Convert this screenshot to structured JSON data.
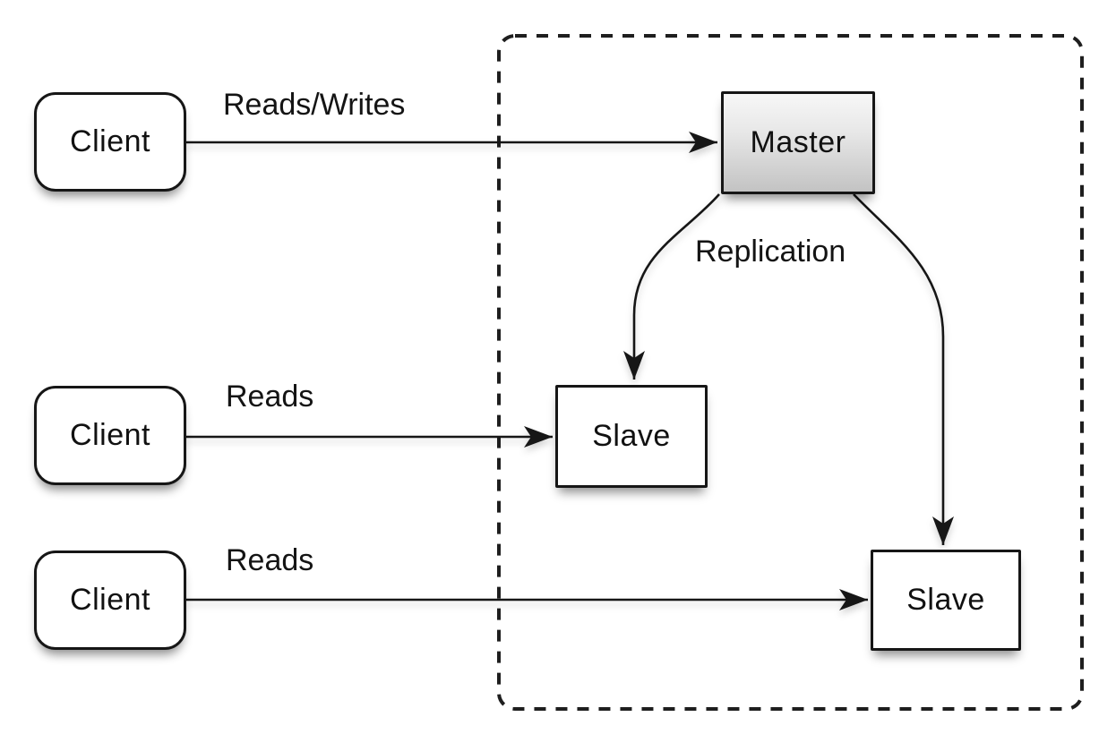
{
  "title": "Master-slave replication diagram",
  "colors": {
    "stroke": "#1b1b1b",
    "box_fill": "#ffffff",
    "master_gradient_top": "#f7f7f7",
    "master_gradient_bottom": "#c3c3c3",
    "background": "#ffffff"
  },
  "nodes": {
    "clients": [
      {
        "label": "Client"
      },
      {
        "label": "Client"
      },
      {
        "label": "Client"
      }
    ],
    "master": {
      "label": "Master"
    },
    "slaves": [
      {
        "label": "Slave"
      },
      {
        "label": "Slave"
      }
    ]
  },
  "edges": {
    "client1_to_master": {
      "label": "Reads/Writes"
    },
    "client2_to_slave1": {
      "label": "Reads"
    },
    "client3_to_slave2": {
      "label": "Reads"
    },
    "master_to_slaves": {
      "label": "Replication"
    }
  }
}
